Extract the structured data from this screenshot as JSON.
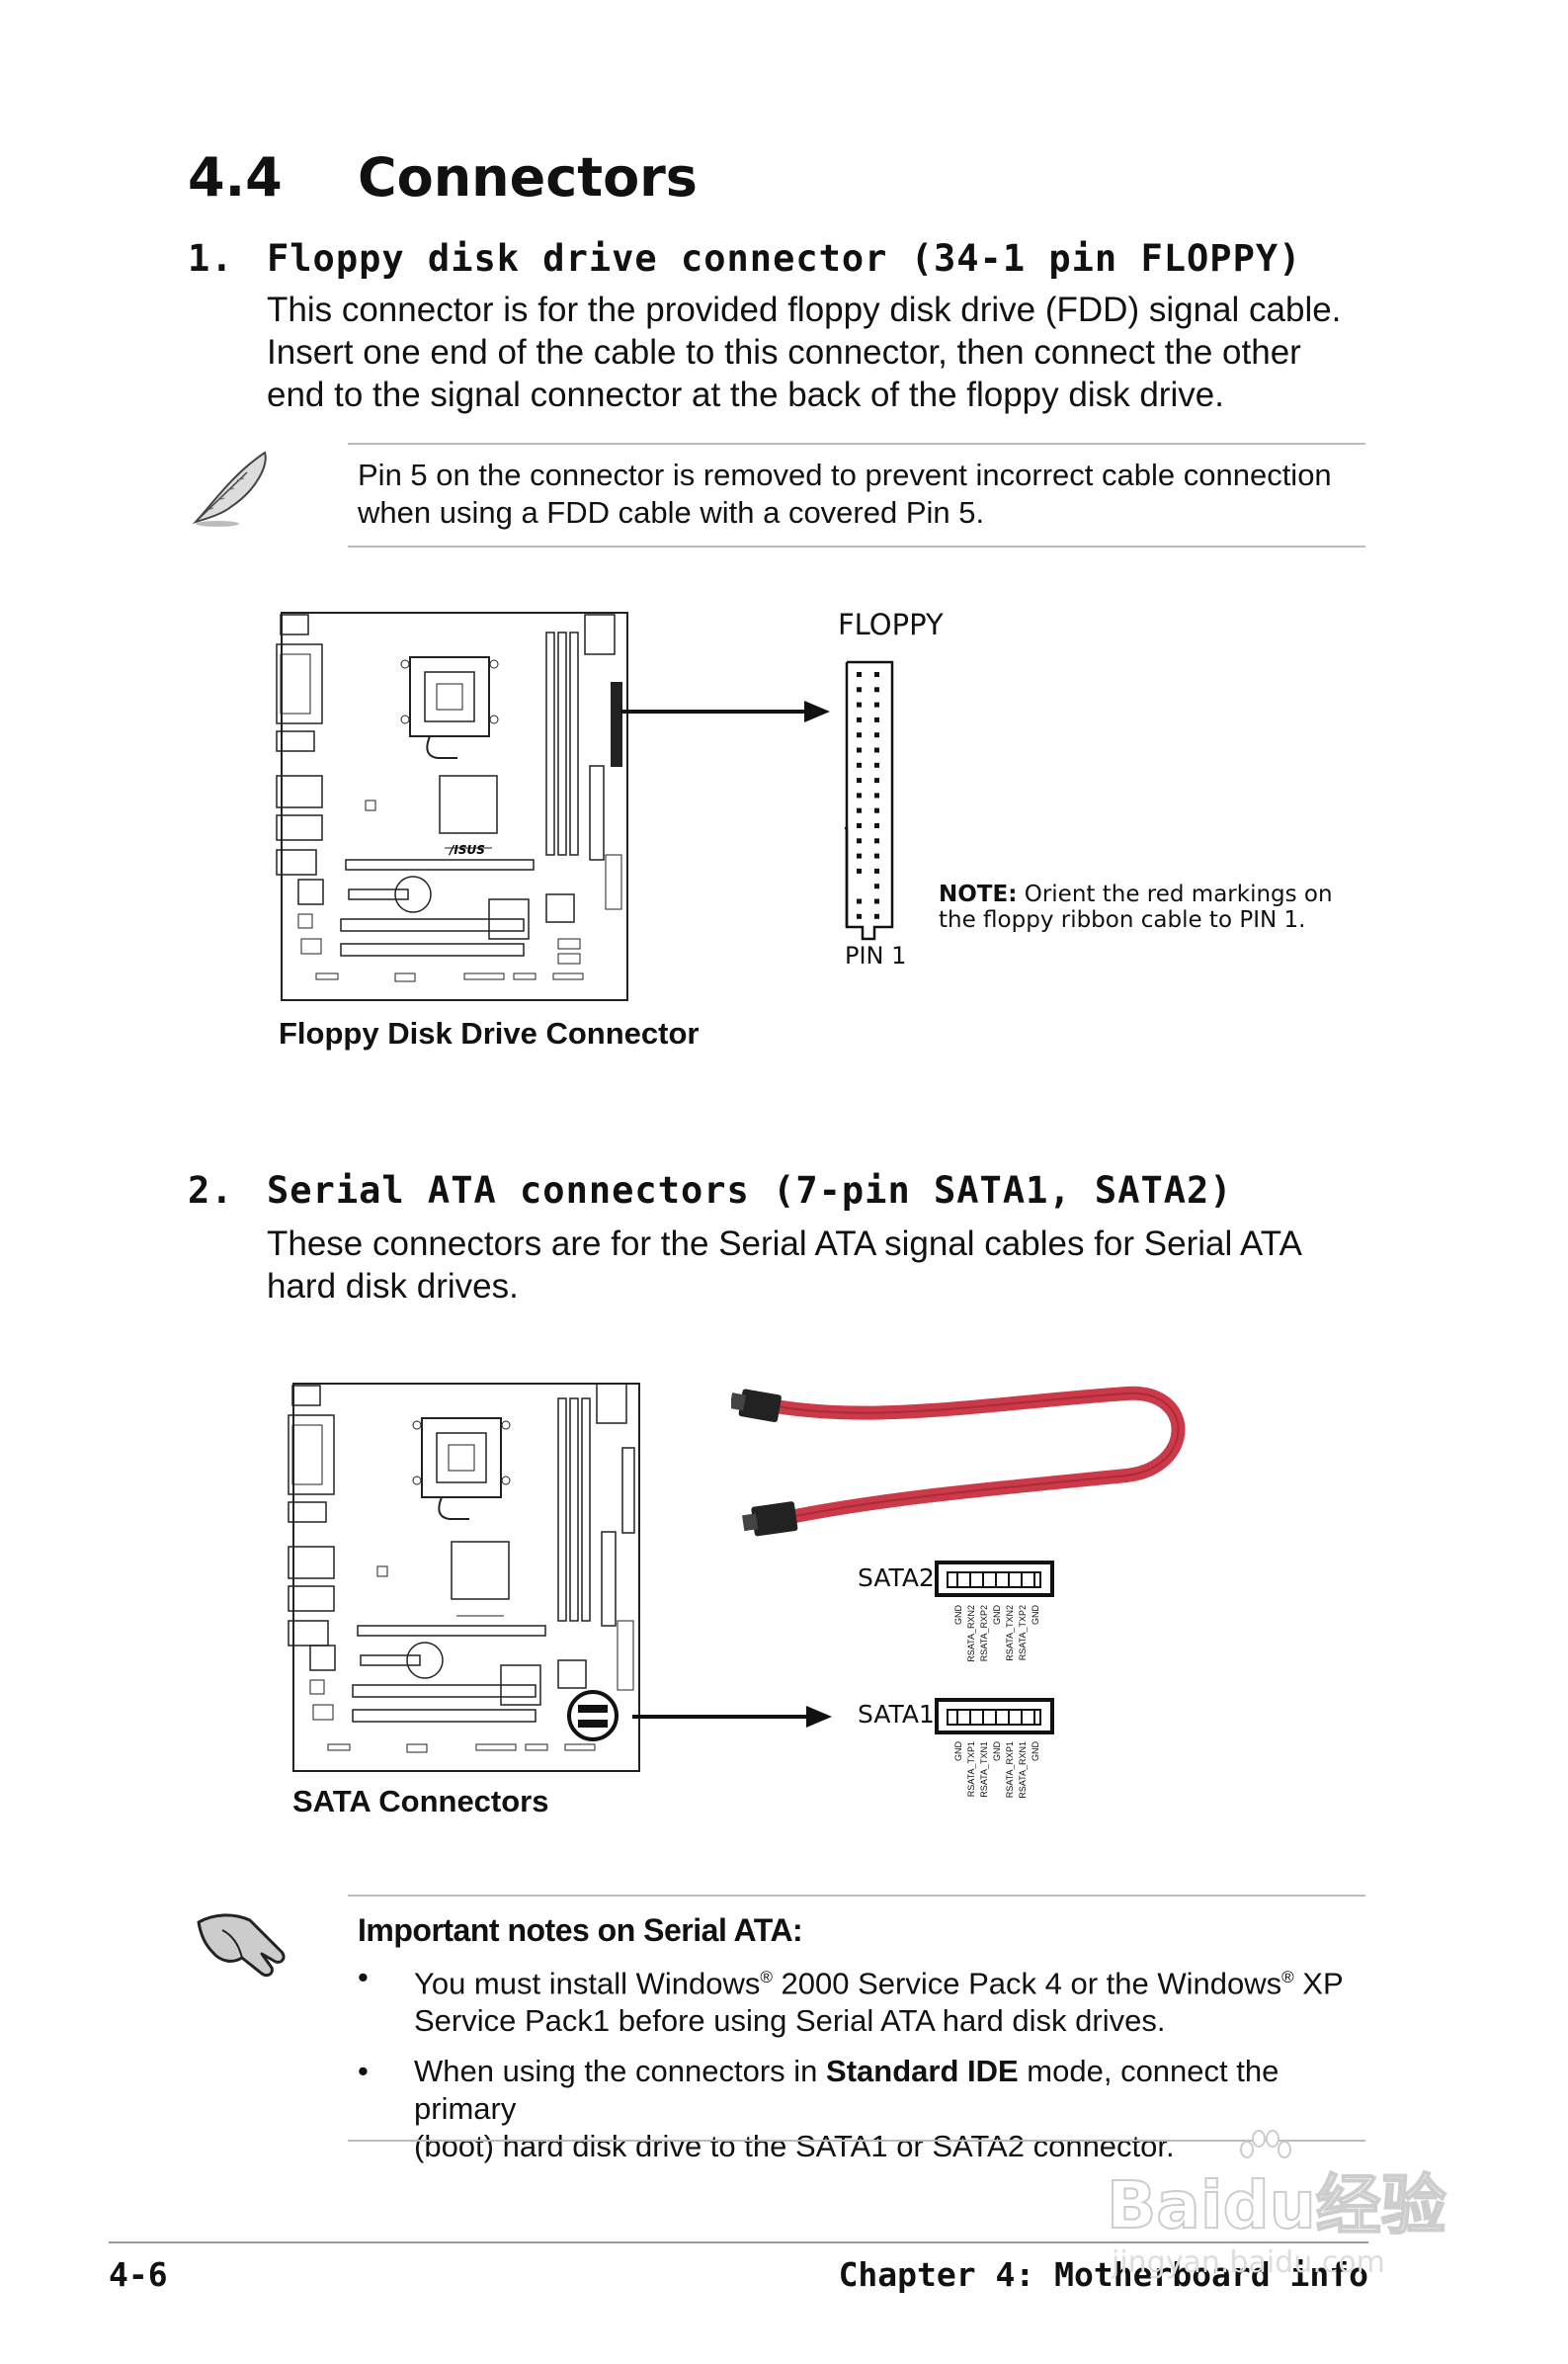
{
  "section": {
    "number": "4.4",
    "title": "Connectors"
  },
  "item1": {
    "number": "1.",
    "title": "Floppy disk drive connector (34-1 pin FLOPPY)",
    "body": [
      "This connector is for the provided floppy disk drive (FDD) signal cable.",
      "Insert one end of the cable to this connector, then connect the other",
      "end to the signal connector at the back of the floppy disk drive."
    ],
    "note": [
      "Pin 5 on the connector is removed to prevent incorrect cable connection",
      "when using a FDD cable with a covered Pin 5."
    ],
    "diagram": {
      "connector_label": "FLOPPY",
      "pin_label": "PIN 1",
      "note_bold": "NOTE:",
      "note_line1": " Orient the red markings on",
      "note_line2": "the floppy ribbon cable to PIN 1.",
      "caption": "Floppy Disk Drive Connector",
      "board_logo": "/ISUS"
    }
  },
  "item2": {
    "number": "2.",
    "title": "Serial ATA connectors (7-pin SATA1, SATA2)",
    "body": [
      "These connectors are for the Serial ATA signal cables for Serial ATA",
      "hard disk drives."
    ],
    "diagram": {
      "sata2_label": "SATA2",
      "sata1_label": "SATA1",
      "sata2_pins": [
        "GND",
        "RSATA_RXN2",
        "RSATA_RXP2",
        "GND",
        "RSATA_TXN2",
        "RSATA_TXP2",
        "GND"
      ],
      "sata1_pins": [
        "GND",
        "RSATA_TXP1",
        "RSATA_TXN1",
        "GND",
        "RSATA_RXP1",
        "RSATA_RXN1",
        "GND"
      ],
      "caption": "SATA Connectors",
      "cable_color": "#cc3a4a"
    }
  },
  "important": {
    "title": "Important notes on Serial ATA:",
    "b1_l1a": "You must install Windows",
    "b1_reg": "®",
    "b1_l1b": " 2000 Service Pack 4 or the Windows",
    "b1_reg2": "®",
    "b1_l1c": " XP",
    "b1_l2": "Service Pack1 before using Serial ATA hard disk drives.",
    "b2_l1a": "When using the connectors in ",
    "b2_bold": "Standard IDE",
    "b2_l1b": " mode, connect the primary",
    "b2_l2": "(boot) hard disk drive to the SATA1 or SATA2 connector."
  },
  "footer": {
    "page": "4-6",
    "chapter": "Chapter 4: Motherboard info"
  },
  "watermark": {
    "brand": "Bai",
    "brand2": "du",
    "brand3": "经验",
    "url": "jingyan.baidu.com"
  }
}
